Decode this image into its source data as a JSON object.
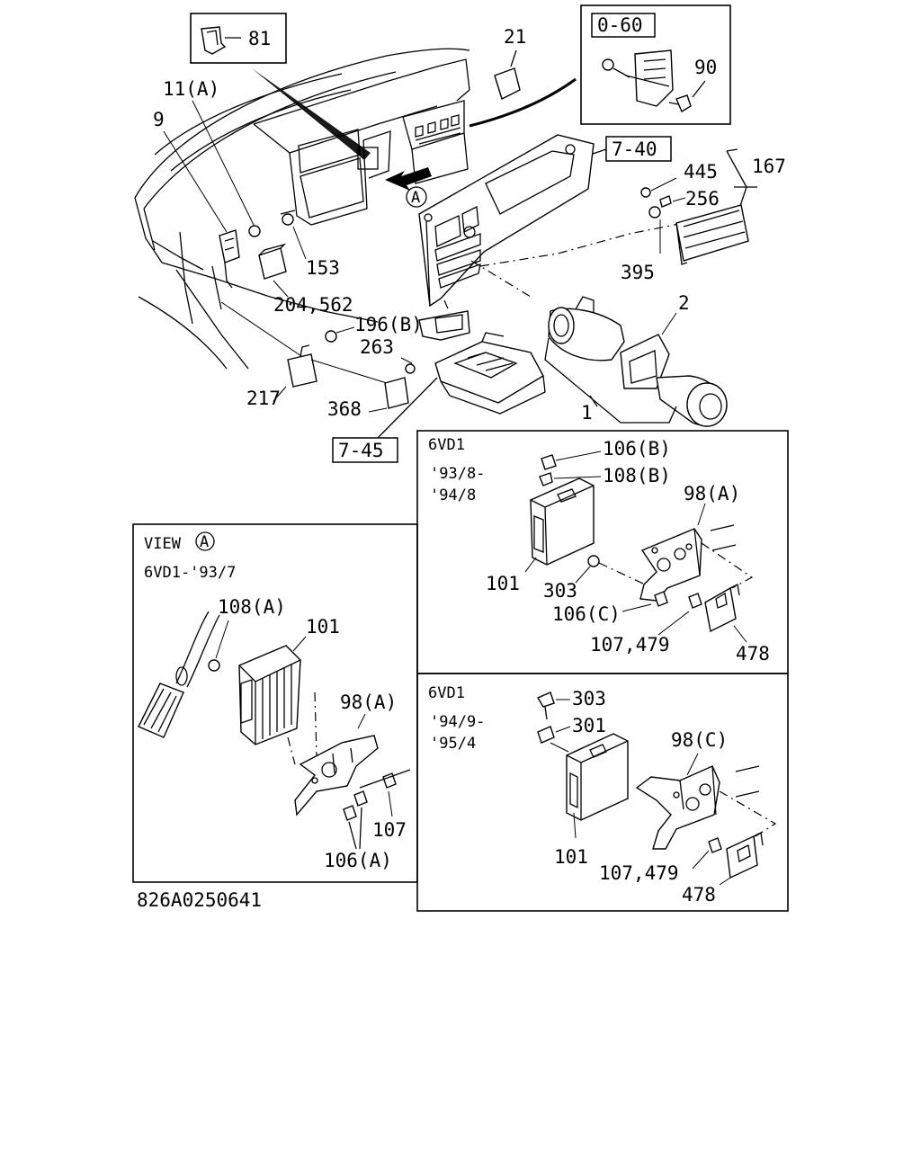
{
  "drawing_id": "826A0250641",
  "references": {
    "r_081": "81",
    "r_060": "0-60",
    "r_740": "7-40",
    "r_745": "7-45"
  },
  "labels": {
    "l_081": "81",
    "l_021": "21",
    "l_090": "90",
    "l_011a": "11(A)",
    "l_009": "9",
    "l_445": "445",
    "l_167": "167",
    "l_256": "256",
    "l_153": "153",
    "l_395": "395",
    "l_204": "204,562",
    "l_002": "2",
    "l_196b": "196(B)",
    "l_263": "263",
    "l_217": "217",
    "l_368": "368",
    "l_001": "1",
    "view_marker": "A"
  },
  "view_a_panel": {
    "title": "VIEW",
    "title_marker": "A",
    "applicability": "6VD1-'93/7",
    "labels": {
      "p_108a": "108(A)",
      "p_101": "101",
      "p_98a": "98(A)",
      "p_107": "107",
      "p_106a": "106(A)"
    }
  },
  "panel_93_94": {
    "engine": "6VD1",
    "date_from": "'93/8-",
    "date_to": "'94/8",
    "labels": {
      "p_106b": "106(B)",
      "p_108b": "108(B)",
      "p_98a": "98(A)",
      "p_101": "101",
      "p_303": "303",
      "p_106c": "106(C)",
      "p_107": "107,479",
      "p_478": "478"
    }
  },
  "panel_94_95": {
    "engine": "6VD1",
    "date_from": "'94/9-",
    "date_to": "'95/4",
    "labels": {
      "p_303": "303",
      "p_301": "301",
      "p_98c": "98(C)",
      "p_101": "101",
      "p_107": "107,479",
      "p_478": "478"
    }
  }
}
